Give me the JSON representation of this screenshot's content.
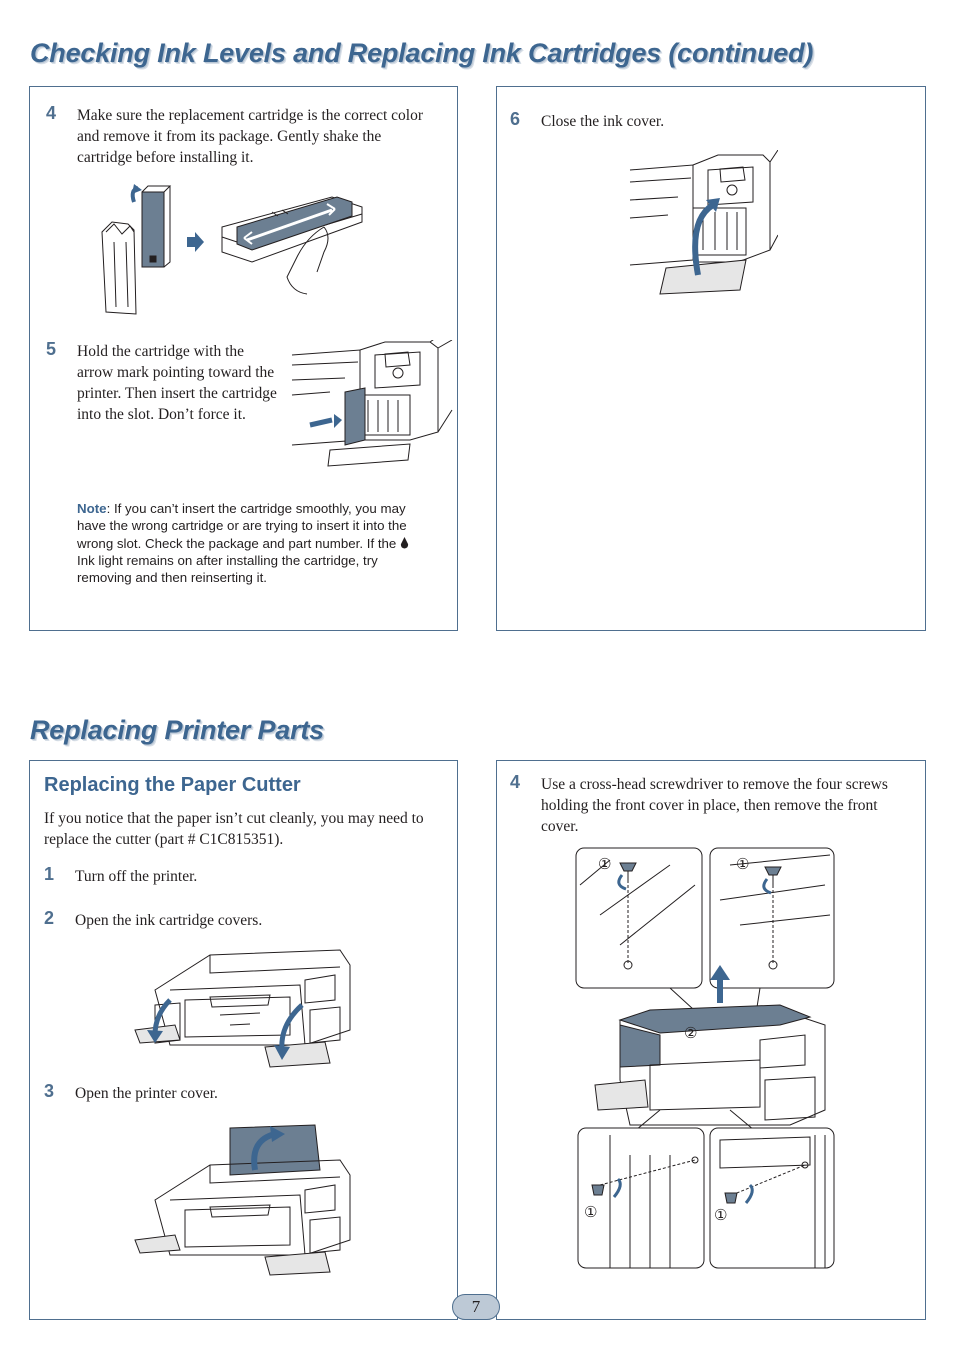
{
  "section1": {
    "title": "Checking Ink Levels and Replacing Ink Cartridges (continued)",
    "step4": {
      "num": "4",
      "text": "Make sure the replacement cartridge is the correct color and remove it from its package. Gently shake the cartridge before installing it."
    },
    "step5": {
      "num": "5",
      "text": "Hold the cartridge with the arrow mark pointing toward the printer. Then insert the cartridge into the slot. Don’t force it."
    },
    "note": {
      "label": "Note",
      "text_before": ": If you can’t insert the cartridge smoothly, you may have the wrong cartridge or are trying to insert it into the wrong slot. Check the package and part number. If the",
      "text_after": "Ink light remains on after installing the cartridge, try removing and then reinserting it."
    },
    "step6": {
      "num": "6",
      "text": "Close the ink cover."
    }
  },
  "section2": {
    "title": "Replacing Printer Parts",
    "subtitle": "Replacing the Paper Cutter",
    "intro": "If you notice that the paper isn’t cut cleanly, you may need to replace the cutter (part # C1C815351).",
    "step1": {
      "num": "1",
      "text": "Turn off the printer."
    },
    "step2": {
      "num": "2",
      "text": "Open the ink cartridge covers."
    },
    "step3": {
      "num": "3",
      "text": "Open the printer cover."
    },
    "step4": {
      "num": "4",
      "text": "Use a cross-head screwdriver to remove the four screws holding the front cover in place, then remove the front cover."
    },
    "callouts": {
      "one": "①",
      "two": "②"
    }
  },
  "page_number": "7",
  "colors": {
    "heading": "#3d6690",
    "border": "#4f6f8f",
    "badge": "#bdc9d6"
  }
}
